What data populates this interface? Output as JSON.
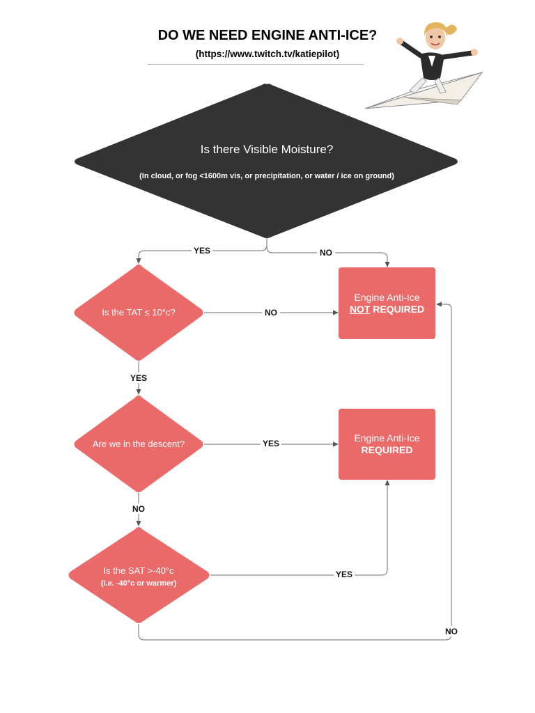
{
  "header": {
    "title": "DO WE NEED ENGINE ANTI-ICE?",
    "subtitle": "(https://www.twitch.tv/katiepilot)"
  },
  "colors": {
    "primary_decision": "#333333",
    "decision": "#e96a68",
    "outcome": "#e96a68",
    "connector": "#555555"
  },
  "nodes": {
    "moisture": {
      "question": "Is there Visible Moisture?",
      "note": "(In cloud, or fog <1600m vis, or precipitation, or water / ice on ground)"
    },
    "tat": {
      "question": "Is the TAT ≤ 10°c?"
    },
    "descent": {
      "question": "Are we in the descent?"
    },
    "sat": {
      "question": "Is the SAT >-40°c",
      "note": "(i.e. -40°c or warmer)"
    },
    "not_required": {
      "line1": "Engine Anti-Ice",
      "line2_a": "NOT",
      "line2_b": " REQUIRED"
    },
    "required": {
      "line1": "Engine Anti-Ice",
      "line2": "REQUIRED"
    }
  },
  "edges": {
    "moisture_yes": "YES",
    "moisture_no": "NO",
    "tat_no": "NO",
    "tat_yes": "YES",
    "descent_yes": "YES",
    "descent_no": "NO",
    "sat_yes": "YES",
    "sat_no": "NO"
  },
  "avatar": {
    "icon": "pilot-on-paper-plane-icon"
  }
}
